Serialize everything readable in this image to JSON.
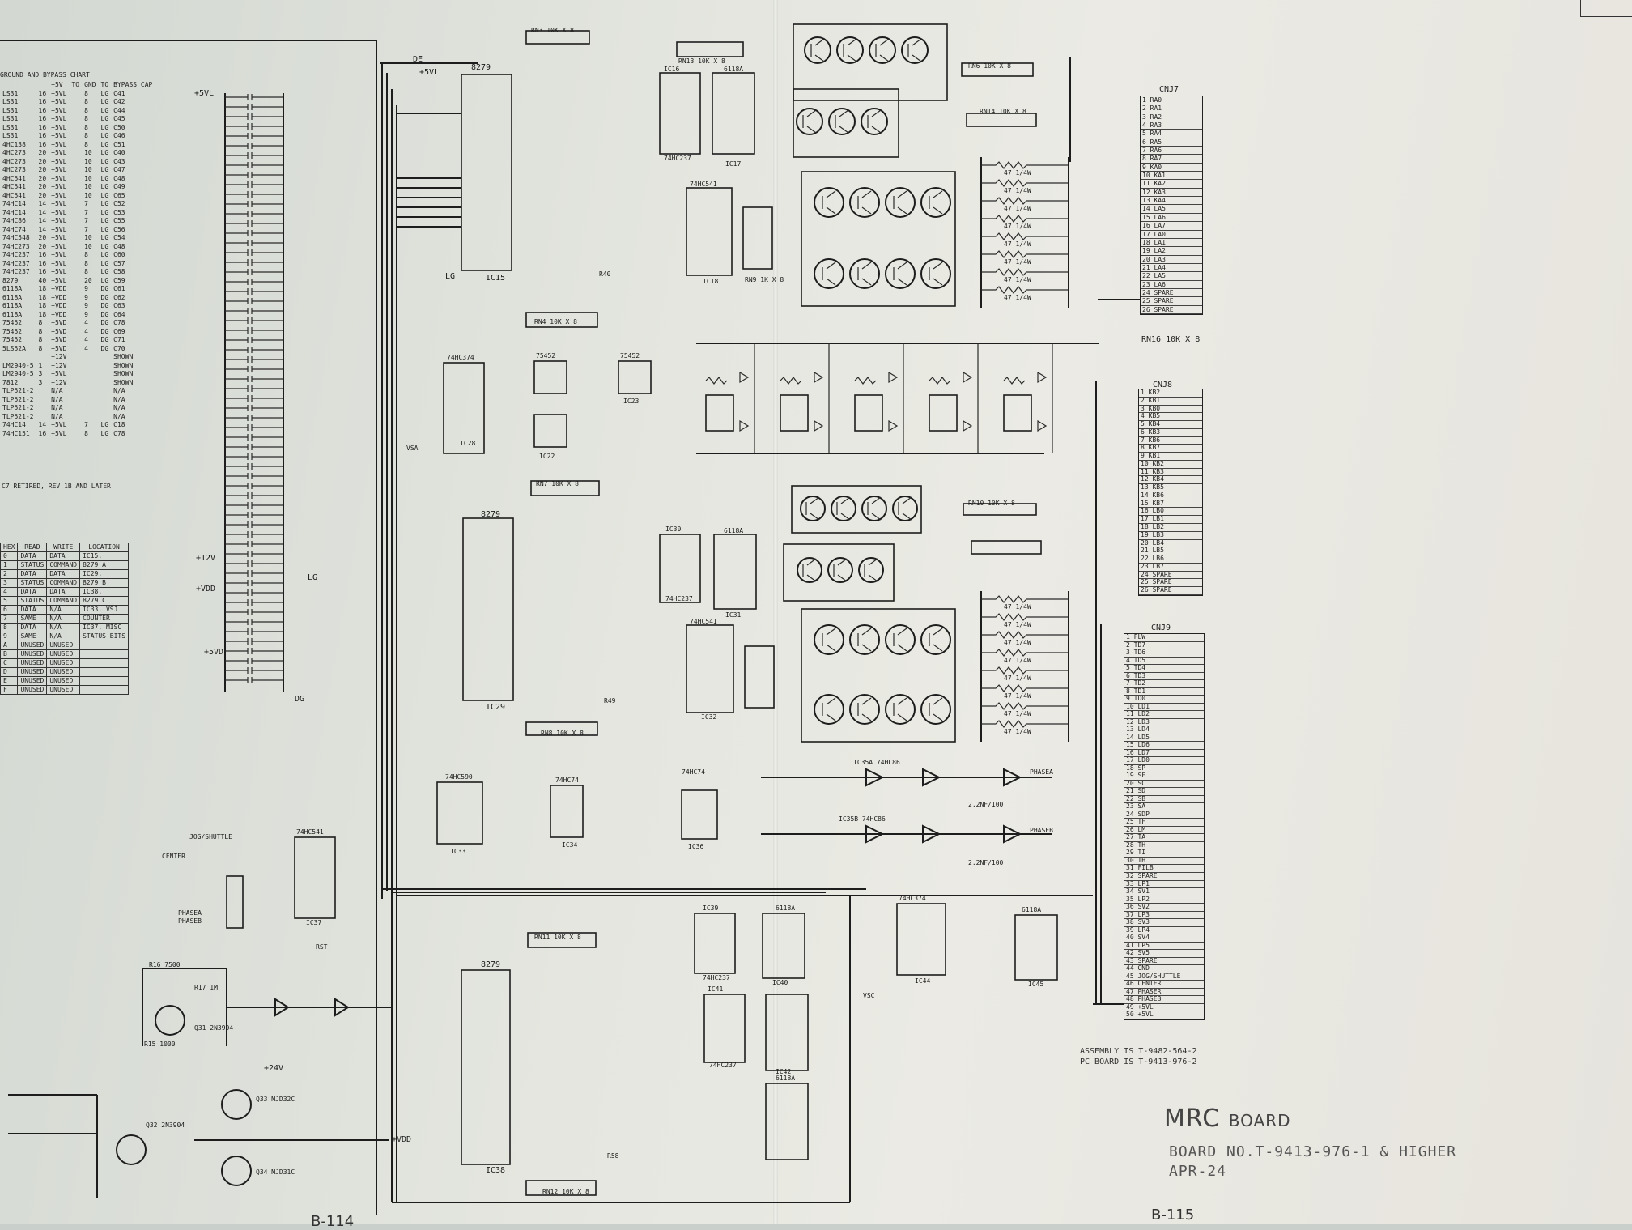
{
  "title": {
    "main": "MRC",
    "main_suffix": "BOARD",
    "board_no": "BOARD NO.T-9413-976-1 & HIGHER",
    "date": "APR-24",
    "assembly": "ASSEMBLY IS T-9482-564-2",
    "pc_board": "PC BOARD IS T-9413-976-2",
    "page_right": "B-115",
    "page_left": "B-114"
  },
  "bypass_chart": {
    "title": "GROUND AND BYPASS CHART",
    "header": [
      "",
      "",
      "+5V",
      "TO",
      "GND",
      "TO",
      "BYPASS CAP"
    ],
    "rows": [
      [
        "LS31",
        "16",
        "+5VL",
        "8",
        "LG",
        "C41"
      ],
      [
        "LS31",
        "16",
        "+5VL",
        "8",
        "LG",
        "C42"
      ],
      [
        "LS31",
        "16",
        "+5VL",
        "8",
        "LG",
        "C44"
      ],
      [
        "LS31",
        "16",
        "+5VL",
        "8",
        "LG",
        "C45"
      ],
      [
        "LS31",
        "16",
        "+5VL",
        "8",
        "LG",
        "C50"
      ],
      [
        "LS31",
        "16",
        "+5VL",
        "8",
        "LG",
        "C46"
      ],
      [
        "4HC138",
        "16",
        "+5VL",
        "8",
        "LG",
        "C51"
      ],
      [
        "4HC273",
        "20",
        "+5VL",
        "10",
        "LG",
        "C40"
      ],
      [
        "4HC273",
        "20",
        "+5VL",
        "10",
        "LG",
        "C43"
      ],
      [
        "4HC273",
        "20",
        "+5VL",
        "10",
        "LG",
        "C47"
      ],
      [
        "4HC541",
        "20",
        "+5VL",
        "10",
        "LG",
        "C48"
      ],
      [
        "4HC541",
        "20",
        "+5VL",
        "10",
        "LG",
        "C49"
      ],
      [
        "4HC541",
        "20",
        "+5VL",
        "10",
        "LG",
        "C65"
      ],
      [
        "74HC14",
        "14",
        "+5VL",
        "7",
        "LG",
        "C52"
      ],
      [
        "74HC14",
        "14",
        "+5VL",
        "7",
        "LG",
        "C53"
      ],
      [
        "74HC86",
        "14",
        "+5VL",
        "7",
        "LG",
        "C55"
      ],
      [
        "74HC74",
        "14",
        "+5VL",
        "7",
        "LG",
        "C56"
      ],
      [
        "74HC548",
        "20",
        "+5VL",
        "10",
        "LG",
        "C54"
      ],
      [
        "74HC273",
        "20",
        "+5VL",
        "10",
        "LG",
        "C48"
      ],
      [
        "74HC237",
        "16",
        "+5VL",
        "8",
        "LG",
        "C60"
      ],
      [
        "74HC237",
        "16",
        "+5VL",
        "8",
        "LG",
        "C57"
      ],
      [
        "74HC237",
        "16",
        "+5VL",
        "8",
        "LG",
        "C58"
      ],
      [
        "8279",
        "40",
        "+5VL",
        "20",
        "LG",
        "C59"
      ],
      [
        "6118A",
        "18",
        "+VDD",
        "9",
        "DG",
        "C61"
      ],
      [
        "6118A",
        "18",
        "+VDD",
        "9",
        "DG",
        "C62"
      ],
      [
        "6118A",
        "18",
        "+VDD",
        "9",
        "DG",
        "C63"
      ],
      [
        "6118A",
        "18",
        "+VDD",
        "9",
        "DG",
        "C64"
      ],
      [
        "75452",
        "8",
        "+5VD",
        "4",
        "DG",
        "C78"
      ],
      [
        "75452",
        "8",
        "+5VD",
        "4",
        "DG",
        "C69"
      ],
      [
        "75452",
        "8",
        "+5VD",
        "4",
        "DG",
        "C71"
      ],
      [
        "5LS52A",
        "8",
        "+5VD",
        "4",
        "DG",
        "C70"
      ],
      [
        "",
        "",
        "+12V",
        "",
        "",
        "SHOWN"
      ],
      [
        "LM2940-5",
        "1",
        "+12V",
        "",
        "",
        "SHOWN"
      ],
      [
        "LM2940-5",
        "3",
        "+5VL",
        "",
        "",
        "SHOWN"
      ],
      [
        "7812",
        "3",
        "+12V",
        "",
        "",
        "SHOWN"
      ],
      [
        "TLP521-2",
        "",
        "N/A",
        "",
        "",
        "N/A"
      ],
      [
        "TLP521-2",
        "",
        "N/A",
        "",
        "",
        "N/A"
      ],
      [
        "TLP521-2",
        "",
        "N/A",
        "",
        "",
        "N/A"
      ],
      [
        "TLP521-2",
        "",
        "N/A",
        "",
        "",
        "N/A"
      ],
      [
        "74HC14",
        "14",
        "+5VL",
        "7",
        "LG",
        "C18"
      ],
      [
        "74HC151",
        "16",
        "+5VL",
        "8",
        "LG",
        "C78"
      ]
    ],
    "footnote": "C7 RETIRED, REV 1B AND LATER"
  },
  "address_map": {
    "header": [
      "HEX",
      "READ",
      "WRITE",
      "LOCATION"
    ],
    "rows": [
      [
        "0",
        "DATA",
        "DATA",
        "IC15,"
      ],
      [
        "1",
        "STATUS",
        "COMMAND",
        "8279 A"
      ],
      [
        "2",
        "DATA",
        "DATA",
        "IC29,"
      ],
      [
        "3",
        "STATUS",
        "COMMAND",
        "8279 B"
      ],
      [
        "4",
        "DATA",
        "DATA",
        "IC38,"
      ],
      [
        "5",
        "STATUS",
        "COMMAND",
        "8279 C"
      ],
      [
        "6",
        "DATA",
        "N/A",
        "IC33, VSJ"
      ],
      [
        "7",
        "SAME",
        "N/A",
        "COUNTER"
      ],
      [
        "8",
        "DATA",
        "N/A",
        "IC37, MISC"
      ],
      [
        "9",
        "SAME",
        "N/A",
        "STATUS BITS"
      ],
      [
        "A",
        "UNUSED",
        "UNUSED",
        ""
      ],
      [
        "B",
        "UNUSED",
        "UNUSED",
        ""
      ],
      [
        "C",
        "UNUSED",
        "UNUSED",
        ""
      ],
      [
        "D",
        "UNUSED",
        "UNUSED",
        ""
      ],
      [
        "E",
        "UNUSED",
        "UNUSED",
        ""
      ],
      [
        "F",
        "UNUSED",
        "UNUSED",
        ""
      ]
    ]
  },
  "connectors": {
    "cnj7": {
      "title": "CNJ7",
      "pins": [
        "1 RA0",
        "2 RA1",
        "3 RA2",
        "4 RA3",
        "5 RA4",
        "6 RA5",
        "7 RA6",
        "8 RA7",
        "9 KA0",
        "10 KA1",
        "11 KA2",
        "12 KA3",
        "13 KA4",
        "14 LA5",
        "15 LA6",
        "16 LA7",
        "17 LA0",
        "18 LA1",
        "19 LA2",
        "20 LA3",
        "21 LA4",
        "22 LA5",
        "23 LA6",
        "24 SPARE",
        "25 SPARE",
        "26 SPARE"
      ]
    },
    "cnj8": {
      "title": "CNJ8",
      "pins": [
        "1 KB2",
        "2 KB1",
        "3 KB0",
        "4 KB5",
        "5 KB4",
        "6 KB3",
        "7 KB6",
        "8 KB7",
        "9 KB1",
        "10 KB2",
        "11 KB3",
        "12 KB4",
        "13 KB5",
        "14 KB6",
        "15 KB7",
        "16 LB0",
        "17 LB1",
        "18 LB2",
        "19 LB3",
        "20 LB4",
        "21 LB5",
        "22 LB6",
        "23 LB7",
        "24 SPARE",
        "25 SPARE",
        "26 SPARE"
      ]
    },
    "cnj9": {
      "title": "CNJ9",
      "pins": [
        "1 FLW",
        "2 TD7",
        "3 TD6",
        "4 TD5",
        "5 TD4",
        "6 TD3",
        "7 TD2",
        "8 TD1",
        "9 TD0",
        "10 LD1",
        "11 LD2",
        "12 LD3",
        "13 LD4",
        "14 LD5",
        "15 LD6",
        "16 LD7",
        "17 LD0",
        "18 SP",
        "19 SF",
        "20 SC",
        "21 SD",
        "22 SB",
        "23 SA",
        "24 SDP",
        "25 TF",
        "26 LM",
        "27 TA",
        "28 TH",
        "29 TI",
        "30 TH",
        "31 FILB",
        "32 SPARE",
        "33 LP1",
        "34 SV1",
        "35 LP2",
        "36 SV2",
        "37 LP3",
        "38 SV3",
        "39 LP4",
        "40 SV4",
        "41 LP5",
        "42 SV5",
        "43 SPARE",
        "44 GND",
        "45 JOG/SHUTTLE",
        "46 CENTER",
        "47 PHASER",
        "48 PHASEB",
        "49 +5VL",
        "50 +5VL"
      ]
    },
    "rn16": "RN16 10K X 8"
  },
  "chips": {
    "ic15": "8279",
    "ic15_id": "IC15",
    "ic16": "74HC237",
    "ic16_id": "IC16",
    "ic17": "6118A",
    "ic17_id": "IC17",
    "ic18": "74HC541",
    "ic18_id": "IC18",
    "ic29": "8279",
    "ic29_id": "IC29",
    "ic30": "74HC237",
    "ic30_id": "IC30",
    "ic31": "6118A",
    "ic31_id": "IC31",
    "ic32": "74HC541",
    "ic32_id": "IC32",
    "ic33": "74HC590",
    "ic33_id": "IC33",
    "ic34": "74HC74",
    "ic34_id": "IC34",
    "ic36": "74HC74",
    "ic36_id": "IC36",
    "ic37": "74HC541",
    "ic37_id": "IC37",
    "ic38": "8279",
    "ic38_id": "IC38",
    "ic39": "74HC237",
    "ic39_id": "IC39",
    "ic40": "6118A",
    "ic40_id": "IC40",
    "ic41": "74HC237",
    "ic41_id": "IC41",
    "ic42": "6118A",
    "ic42_id": "IC42",
    "ic44": "74HC374",
    "ic44_id": "IC44",
    "ic45": "6118A",
    "ic45_id": "IC45",
    "ic28": "74HC374",
    "ic28_id": "IC28",
    "ic22": "75452",
    "ic22_id": "IC22",
    "ic23": "75452",
    "ic23_id": "IC23"
  },
  "resistor_packs": {
    "rn3": "RN3 10K X 8",
    "rn13": "RN13 10K X 8",
    "rn6": "RN6 10K X 8",
    "rn14": "RN14 10K X 8",
    "rn4": "RN4 10K X 8",
    "rn7": "RN7 10K X 8",
    "rn8": "RN8 10K X 8",
    "rn10": "RN10 10K X 8",
    "rn11": "RN11 10K X 8",
    "rn12": "RN12 10K X 8",
    "rn9": "RN9 1K X 8"
  },
  "rail_labels": {
    "p5vl": "+5VL",
    "p12v": "+12V",
    "pvdd": "+VDD",
    "p24v": "+24V",
    "p5vd": "+5VD",
    "lg": "LG",
    "dg": "DG",
    "jog": "JOG/SHUTTLE",
    "center": "CENTER",
    "phasea": "PHASEA",
    "phaseb": "PHASEB",
    "rst": "RST",
    "de": "DE",
    "vsa": "VSA",
    "vsc": "VSC"
  },
  "misc_labels": {
    "r40": "R40",
    "r49": "R49",
    "r58": "R58",
    "r16": "R16 7500",
    "r17": "R17 1M",
    "r15": "R15 1000",
    "q31": "Q31 2N3904",
    "q32": "Q32 2N3904",
    "q33": "Q33 MJD32C",
    "q34": "Q34 MJD31C",
    "ic35a": "IC35A 74HC86",
    "ic35b": "IC35B 74HC86",
    "c75": "2.2NF/100",
    "c76": "2.2NF/100",
    "res47": "47 1/4W"
  }
}
